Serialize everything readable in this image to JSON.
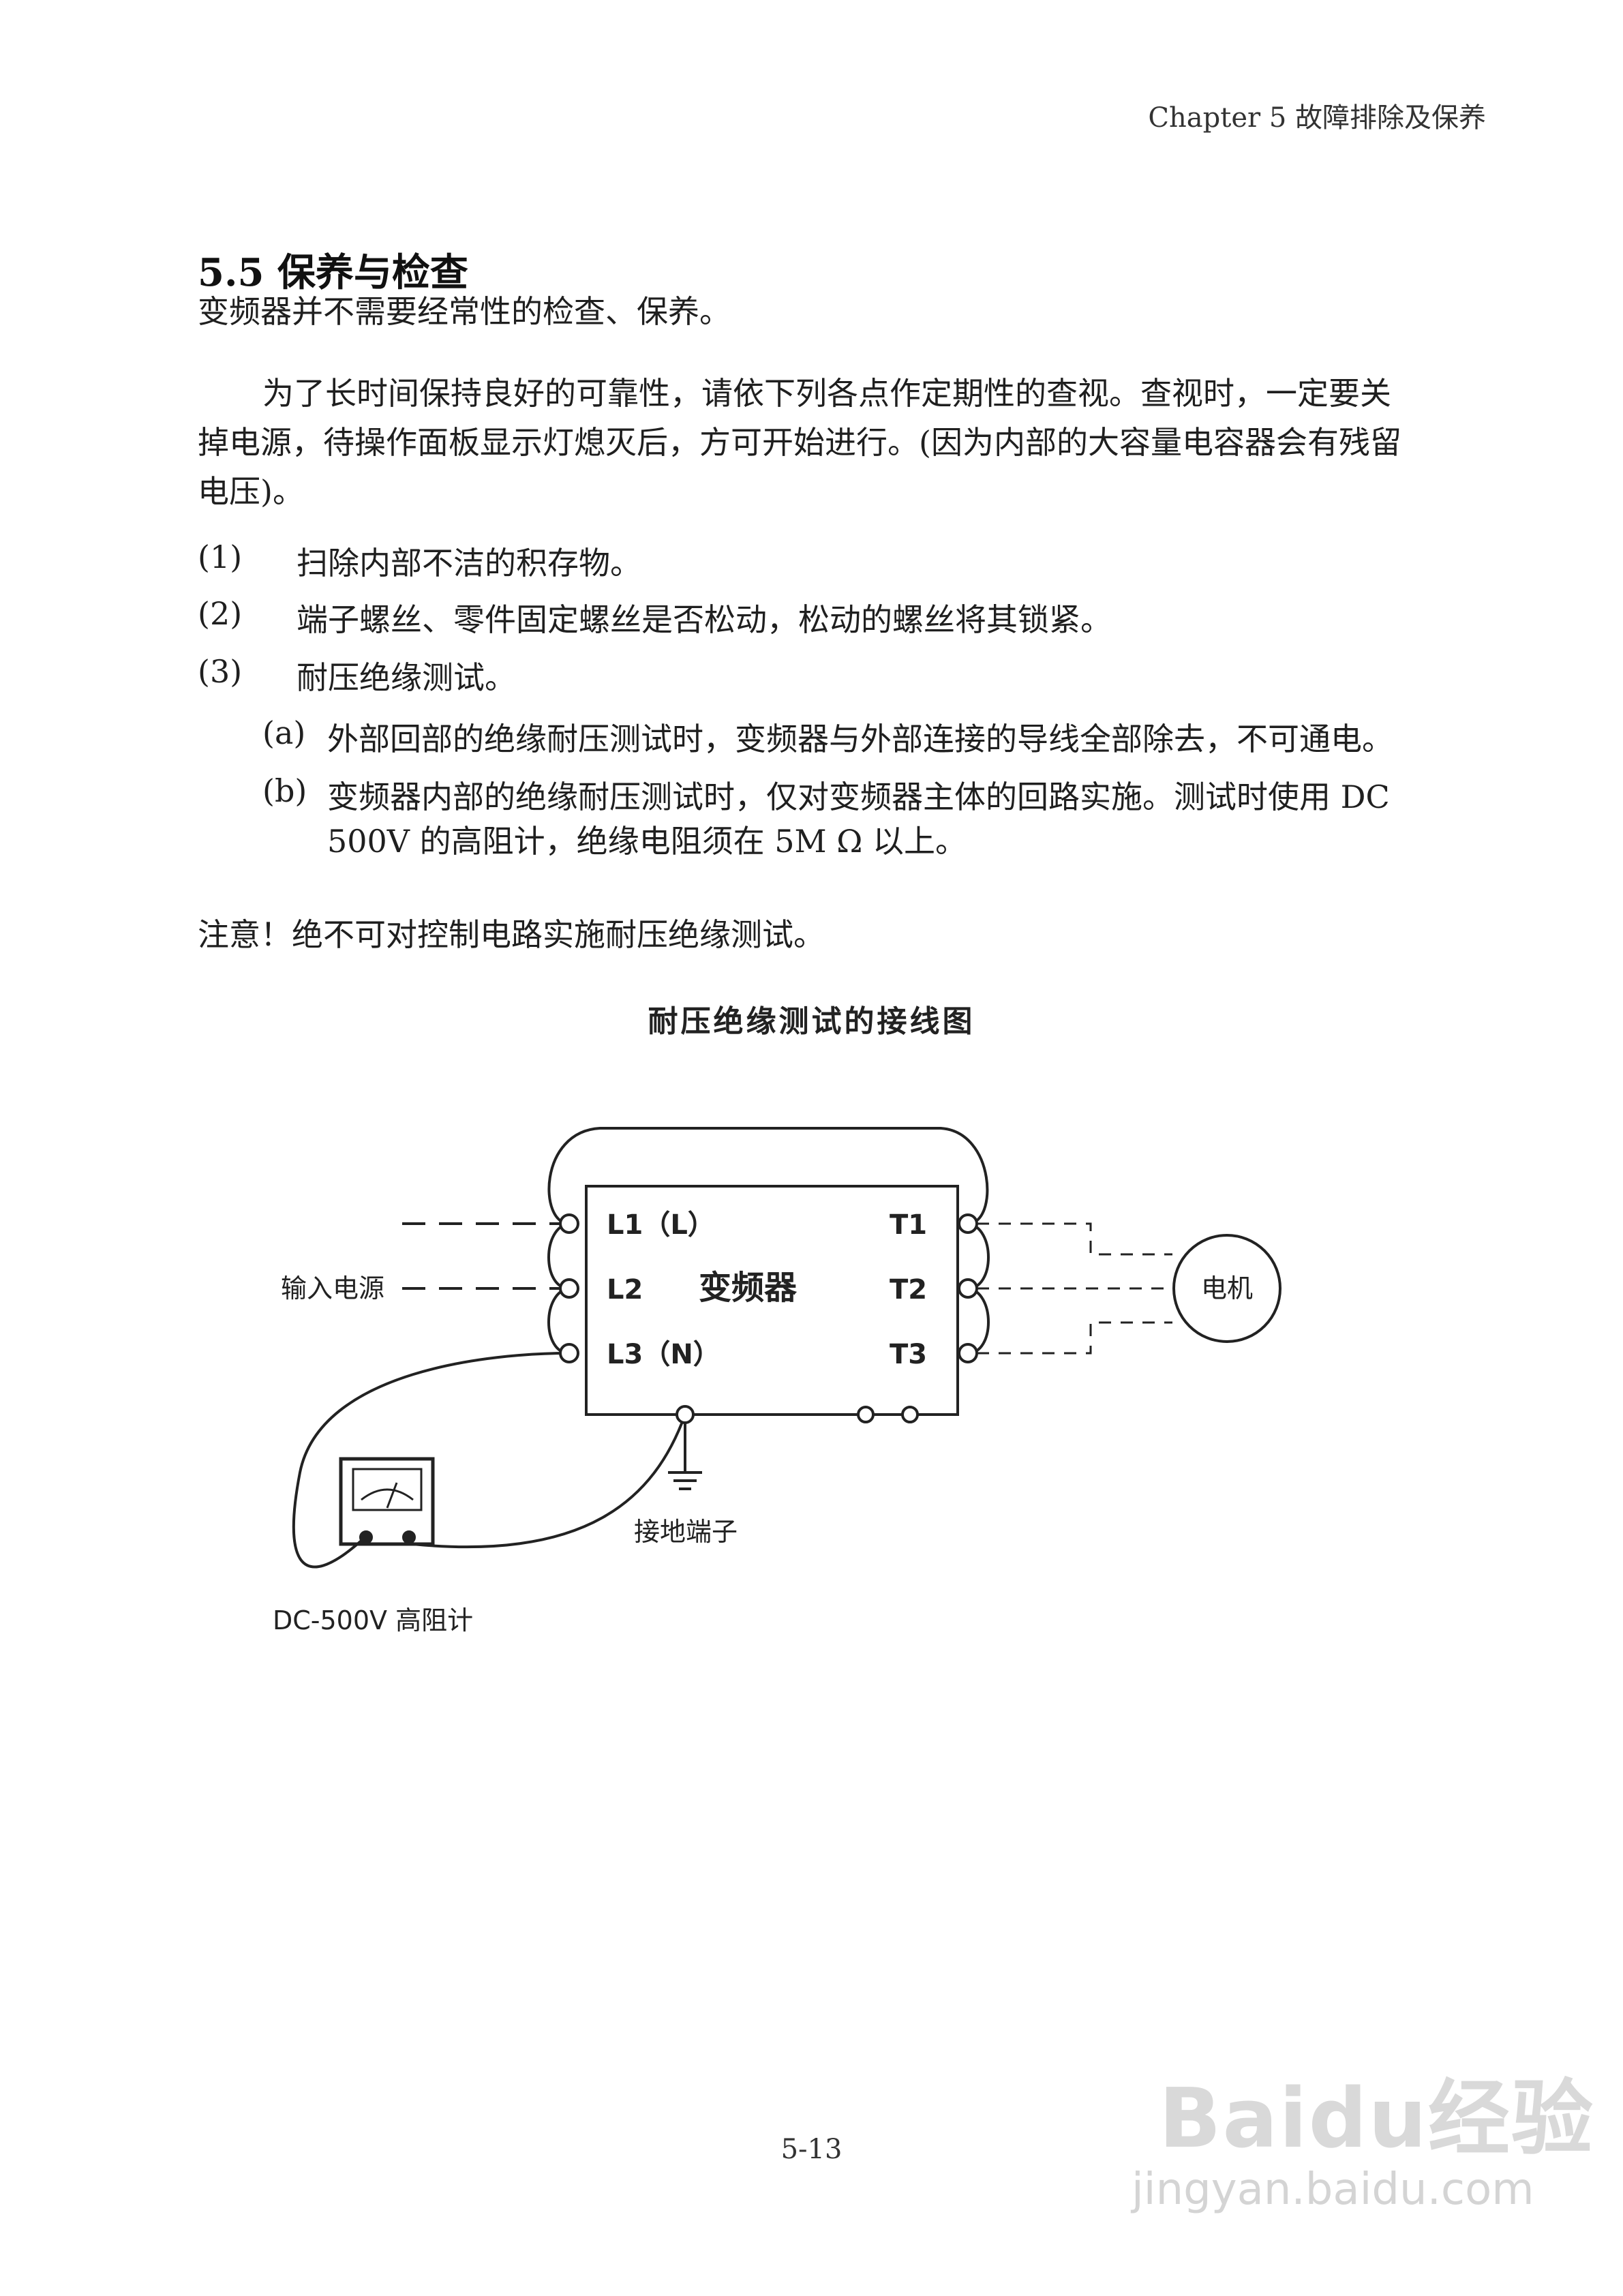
{
  "header": {
    "text": "Chapter 5 故障排除及保养"
  },
  "section": {
    "title": "5.5 保养与检查"
  },
  "paragraphs": {
    "p1": "变频器并不需要经常性的检查、保养。",
    "p2_line1": "为了长时间保持良好的可靠性，请依下列各点作定期性的查视。查视时，一定要关",
    "p2_line2": "掉电源，待操作面板显示灯熄灭后，方可开始进行。(因为内部的大容量电容器会有残留",
    "p2_line3": "电压)。"
  },
  "list": [
    {
      "num": "(1)",
      "text": "扫除内部不洁的积存物。"
    },
    {
      "num": "(2)",
      "text": "端子螺丝、零件固定螺丝是否松动，松动的螺丝将其锁紧。"
    },
    {
      "num": "(3)",
      "text": "耐压绝缘测试。"
    }
  ],
  "sublist": [
    {
      "num": "(a)",
      "text": "外部回部的绝缘耐压测试时，变频器与外部连接的导线全部除去，不可通电。"
    },
    {
      "num": "(b)",
      "text": "变频器内部的绝缘耐压测试时，仅对变频器主体的回路实施。测试时使用  DC",
      "text2": "500V 的高阻计，绝缘电阻须在 5M Ω 以上。"
    }
  ],
  "note": "注意！绝不可对控制电路实施耐压绝缘测试。",
  "figure": {
    "title": "耐压绝缘测试的接线图",
    "inverter_label": "变频器",
    "terminals_left": [
      "L1（L）",
      "L2",
      "L3（N）"
    ],
    "terminals_right": [
      "T1",
      "T2",
      "T3"
    ],
    "input_label": "输入电源",
    "motor_label": "电机",
    "ground_label": "接地端子",
    "meter_label": "DC-500V 高阻计"
  },
  "footer": {
    "page_number": "5-13"
  },
  "watermark": {
    "logo": "Baidu经验",
    "url": "jingyan.baidu.com"
  }
}
